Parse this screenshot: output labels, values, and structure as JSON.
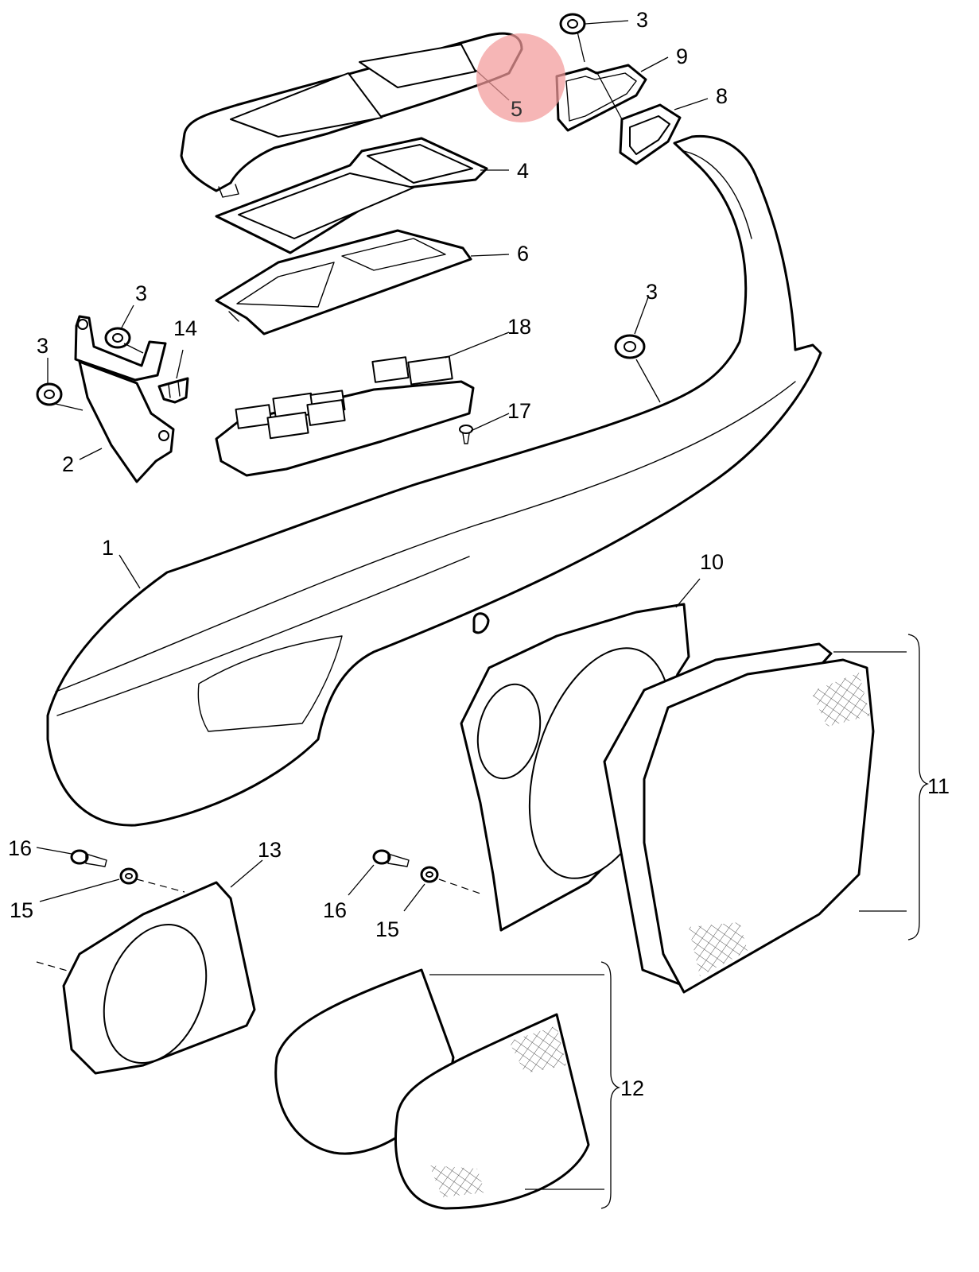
{
  "callouts": [
    {
      "id": "c1",
      "text": "1"
    },
    {
      "id": "c2",
      "text": "2"
    },
    {
      "id": "c3a",
      "text": "3"
    },
    {
      "id": "c3b",
      "text": "3"
    },
    {
      "id": "c3c",
      "text": "3"
    },
    {
      "id": "c3d",
      "text": "3"
    },
    {
      "id": "c4",
      "text": "4"
    },
    {
      "id": "c5",
      "text": "5"
    },
    {
      "id": "c6",
      "text": "6"
    },
    {
      "id": "c8",
      "text": "8"
    },
    {
      "id": "c9",
      "text": "9"
    },
    {
      "id": "c10",
      "text": "10"
    },
    {
      "id": "c11",
      "text": "11"
    },
    {
      "id": "c12",
      "text": "12"
    },
    {
      "id": "c13",
      "text": "13"
    },
    {
      "id": "c14",
      "text": "14"
    },
    {
      "id": "c15a",
      "text": "15"
    },
    {
      "id": "c15b",
      "text": "15"
    },
    {
      "id": "c16a",
      "text": "16"
    },
    {
      "id": "c16b",
      "text": "16"
    },
    {
      "id": "c17",
      "text": "17"
    },
    {
      "id": "c18",
      "text": "18"
    }
  ],
  "highlight": {
    "target": "5",
    "color": "#f39a9a"
  }
}
